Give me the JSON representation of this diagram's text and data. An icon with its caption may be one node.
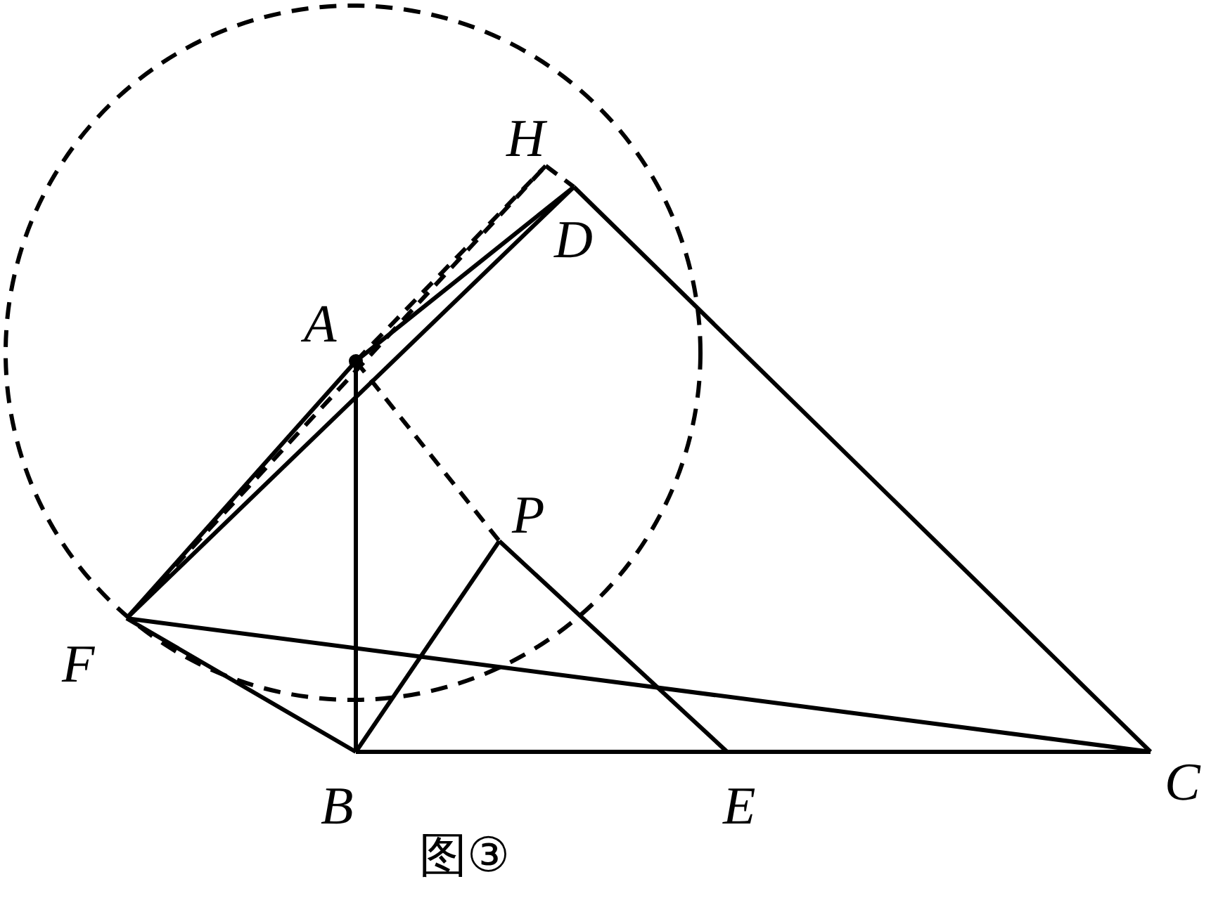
{
  "diagram": {
    "caption": "图③",
    "labels": [
      "H",
      "D",
      "A",
      "P",
      "F",
      "B",
      "E",
      "C"
    ]
  }
}
